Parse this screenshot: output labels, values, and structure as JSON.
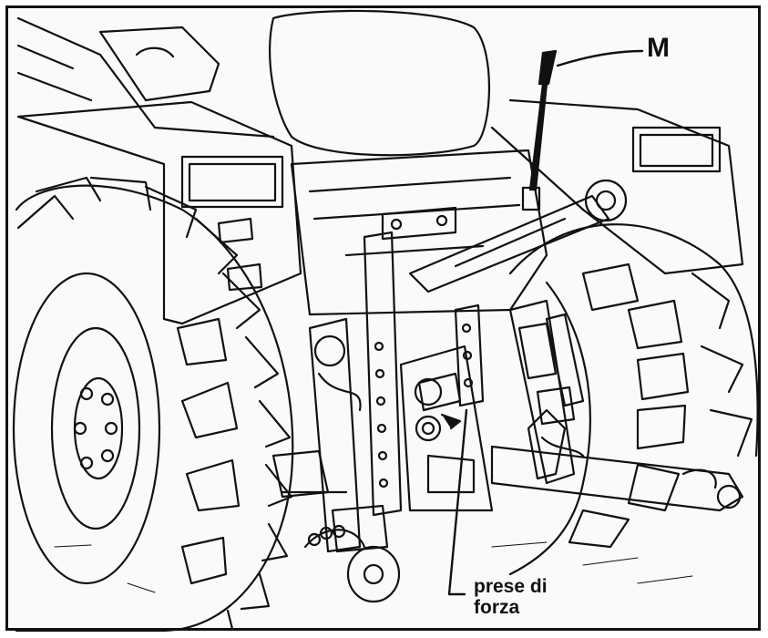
{
  "diagram": {
    "labels": {
      "lever": "M",
      "pto_line1": "prese di",
      "pto_line2": "forza"
    },
    "colors": {
      "ink": "#111111",
      "paper": "#fafafa"
    }
  }
}
